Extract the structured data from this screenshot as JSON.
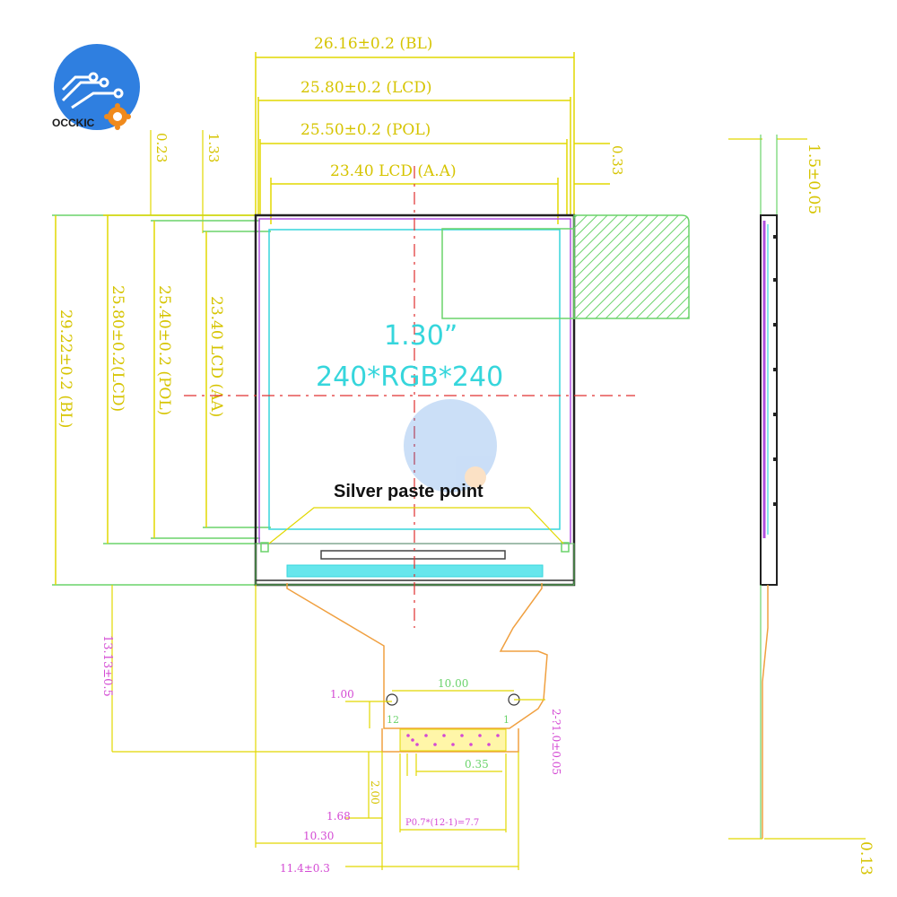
{
  "brand": {
    "logo_text": "OCCKIC"
  },
  "display": {
    "size_label": "1.30”",
    "resolution_label": "240*RGB*240",
    "silver_paste_label": "Silver paste point"
  },
  "dimensions_top": {
    "bl_width": "26.16±0.2 (BL)",
    "lcd_width": "25.80±0.2 (LCD)",
    "pol_width": "25.50±0.2 (POL)",
    "aa_width": "23.40 LCD (A.A)",
    "offset_a": "0.23",
    "offset_b": "1.33",
    "offset_c": "0.33"
  },
  "dimensions_left": {
    "bl_height": "29.22±0.2 (BL)",
    "lcd_height": "25.80±0.2(LCD)",
    "pol_height": "25.40±0.2 (POL)",
    "aa_height": "23.40 LCD (AA)"
  },
  "dimensions_side": {
    "thickness": "1.5±0.05",
    "fpc_thickness": "0.13"
  },
  "dimensions_fpc": {
    "fpc_length": "13.13±0.5",
    "hole_spacing": "10.00",
    "hole_offset": "1.00",
    "hole_diameter": "2-?1.0±0.05",
    "pad_width": "0.35",
    "pad_offset": "2.00",
    "pitch_total": "P0.7*(12-1)=7.7",
    "edge_offset": "1.68",
    "left_offset": "10.30",
    "fpc_width": "11.4±0.3",
    "pin_first": "12",
    "pin_last": "1"
  },
  "colors": {
    "yellow_dims": "#d6c400",
    "green_dims": "#6ad36a",
    "magenta_dims": "#d44ad4",
    "cyan_outline": "#36d6dc",
    "fpc_orange": "#f0a040",
    "center_line": "#e03030"
  }
}
